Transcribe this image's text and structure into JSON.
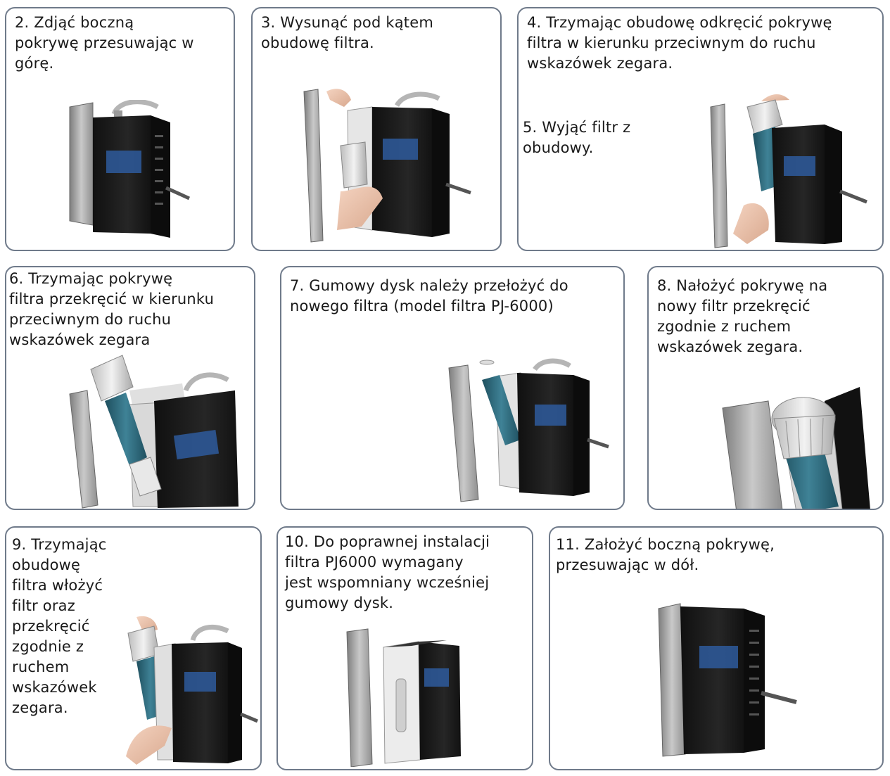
{
  "steps": [
    {
      "text": "2. Zdjąć boczną\npokrywę przesuwając w\ngórę."
    },
    {
      "text": "3. Wysunąć pod kątem\nobudowę filtra."
    },
    {
      "text": "4. Trzymając obudowę odkręcić pokrywę\nfiltra w kierunku przeciwnym do ruchu\nwskazówek zegara."
    },
    {
      "text": "5. Wyjąć filtr z\nobudowy."
    },
    {
      "text": "6. Trzymając pokrywę\nfiltra przekręcić w kierunku\nprzeciwnym do ruchu\nwskazówek zegara"
    },
    {
      "text": "7. Gumowy dysk należy przełożyć do\nnowego filtra (model filtra PJ-6000)"
    },
    {
      "text": "8. Nałożyć pokrywę na\nnowy filtr przekręcić\nzgodnie z ruchem\nwskazówek zegara."
    },
    {
      "text": "9. Trzymając\nobudowę\nfiltra włożyć\nfiltr oraz\nprzekręcić\nzgodnie z\nruchem\nwskazówek\nzegara."
    },
    {
      "text": "10. Do poprawnej instalacji\nfiltra PJ6000 wymagany\njest wspomniany wcześniej\ngumowy dysk."
    },
    {
      "text": "11. Założyć boczną pokrywę,\nprzesuwając w dół."
    }
  ],
  "colors": {
    "panel_border": "#6f7a8a",
    "device_body": "#1b1b1b",
    "display": "#2e5a9c",
    "side_cover": "#a8a8a8",
    "filter": "#2f6d80"
  }
}
